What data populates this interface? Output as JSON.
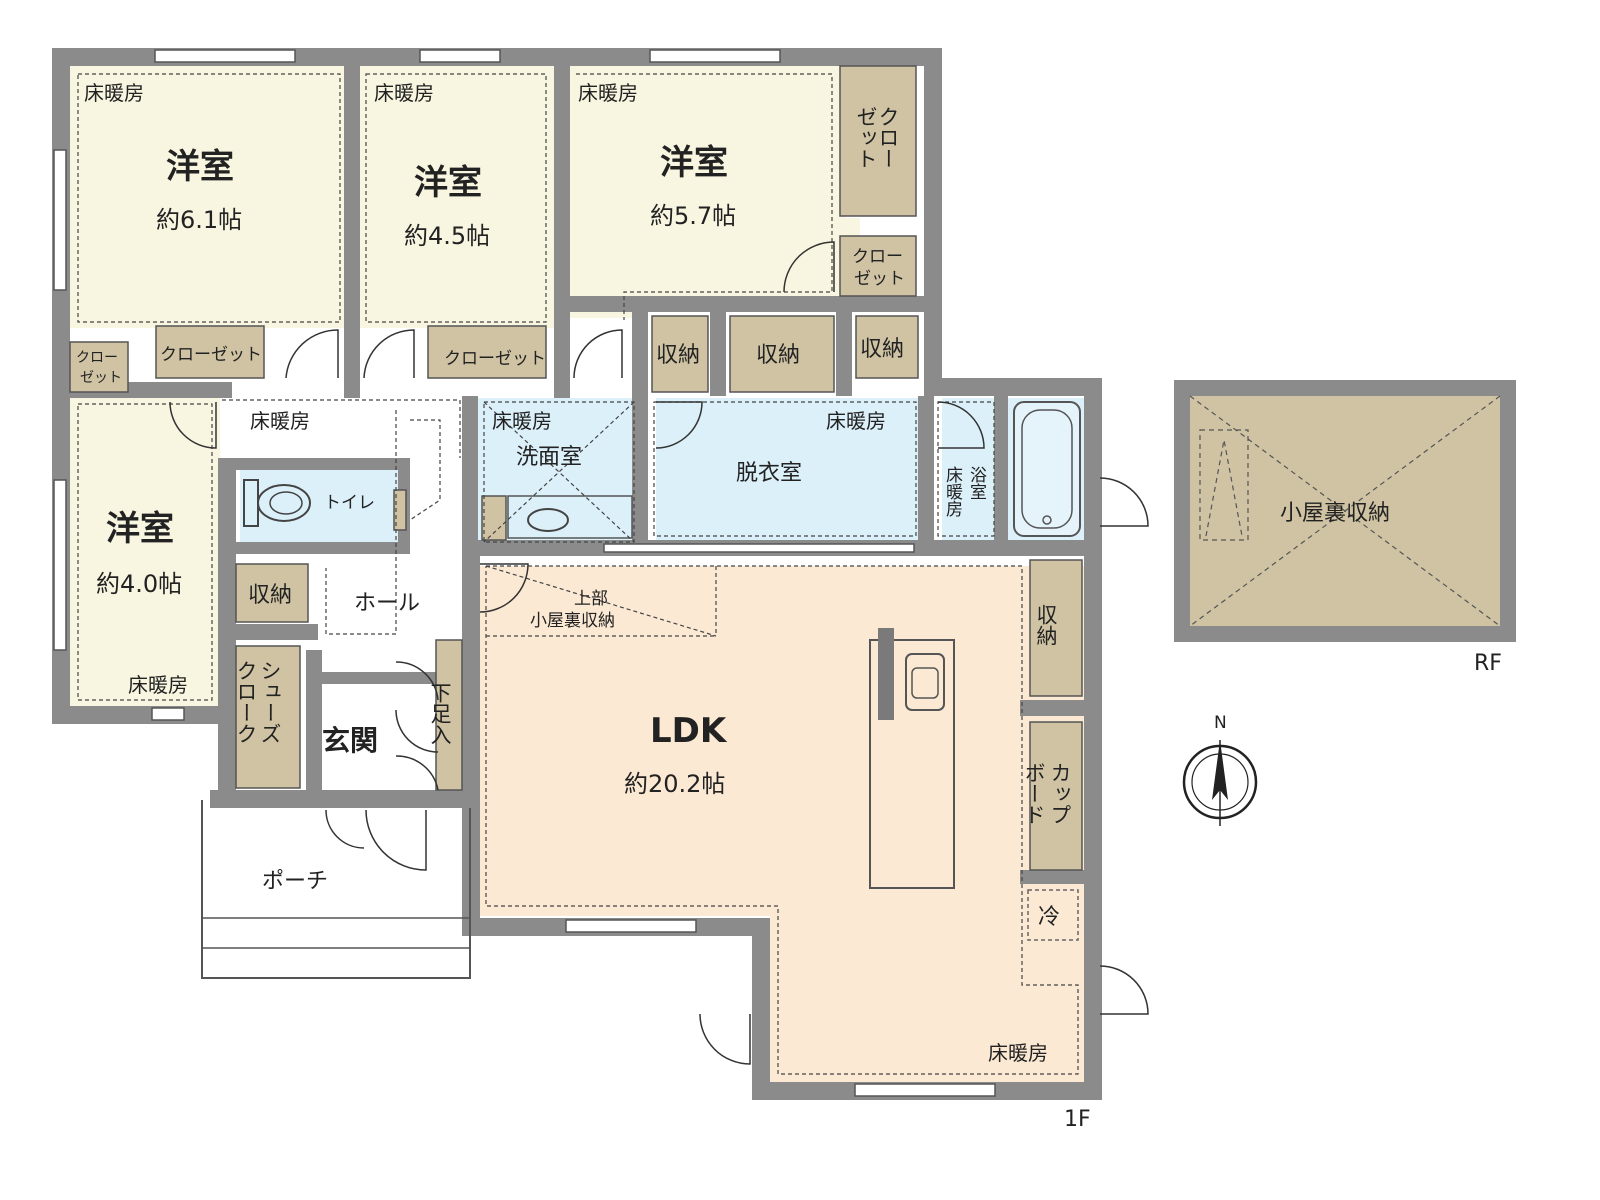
{
  "colors": {
    "wall": "#8b8b8b",
    "bedroom_floor": "#f8f5e0",
    "ldk_floor": "#fbe9d3",
    "wet_floor": "#dcf0fa",
    "storage": "#cfc3a3",
    "outline": "#555555",
    "dash": "#444444",
    "window": "#ffffff"
  },
  "floor_labels": {
    "first": "1F",
    "roof": "RF"
  },
  "compass": {
    "north_label": "N"
  },
  "heated_label": "床暖房",
  "rooms": {
    "bedroom_a": {
      "name": "洋室",
      "area": "約6.1帖"
    },
    "bedroom_b": {
      "name": "洋室",
      "area": "約4.5帖"
    },
    "bedroom_c": {
      "name": "洋室",
      "area": "約5.7帖"
    },
    "bedroom_d": {
      "name": "洋室",
      "area": "約4.0帖"
    },
    "ldk": {
      "name": "LDK",
      "area": "約20.2帖"
    },
    "washroom": {
      "name": "洗面室"
    },
    "dressing": {
      "name": "脱衣室"
    },
    "bath": {
      "name": "浴室"
    },
    "toilet": {
      "name": "トイレ"
    },
    "hall": {
      "name": "ホール"
    },
    "entrance": {
      "name": "玄関"
    },
    "porch": {
      "name": "ポーチ"
    },
    "loft_above": {
      "line1": "上部",
      "line2": "小屋裏収納"
    },
    "attic": {
      "name": "小屋裏収納"
    }
  },
  "storage": {
    "closet": "クローゼット",
    "closet_short_1": "クロー",
    "closet_short_2": "ゼット",
    "closet_vertical_a": "クロー",
    "closet_vertical_b": "ゼット",
    "shuno": "収納",
    "shoes_a": "シューズ",
    "shoes_b": "クローク",
    "getabako_a": "下足入",
    "cupboard_a": "カップ",
    "cupboard_b": "ボード",
    "fridge": "冷"
  }
}
